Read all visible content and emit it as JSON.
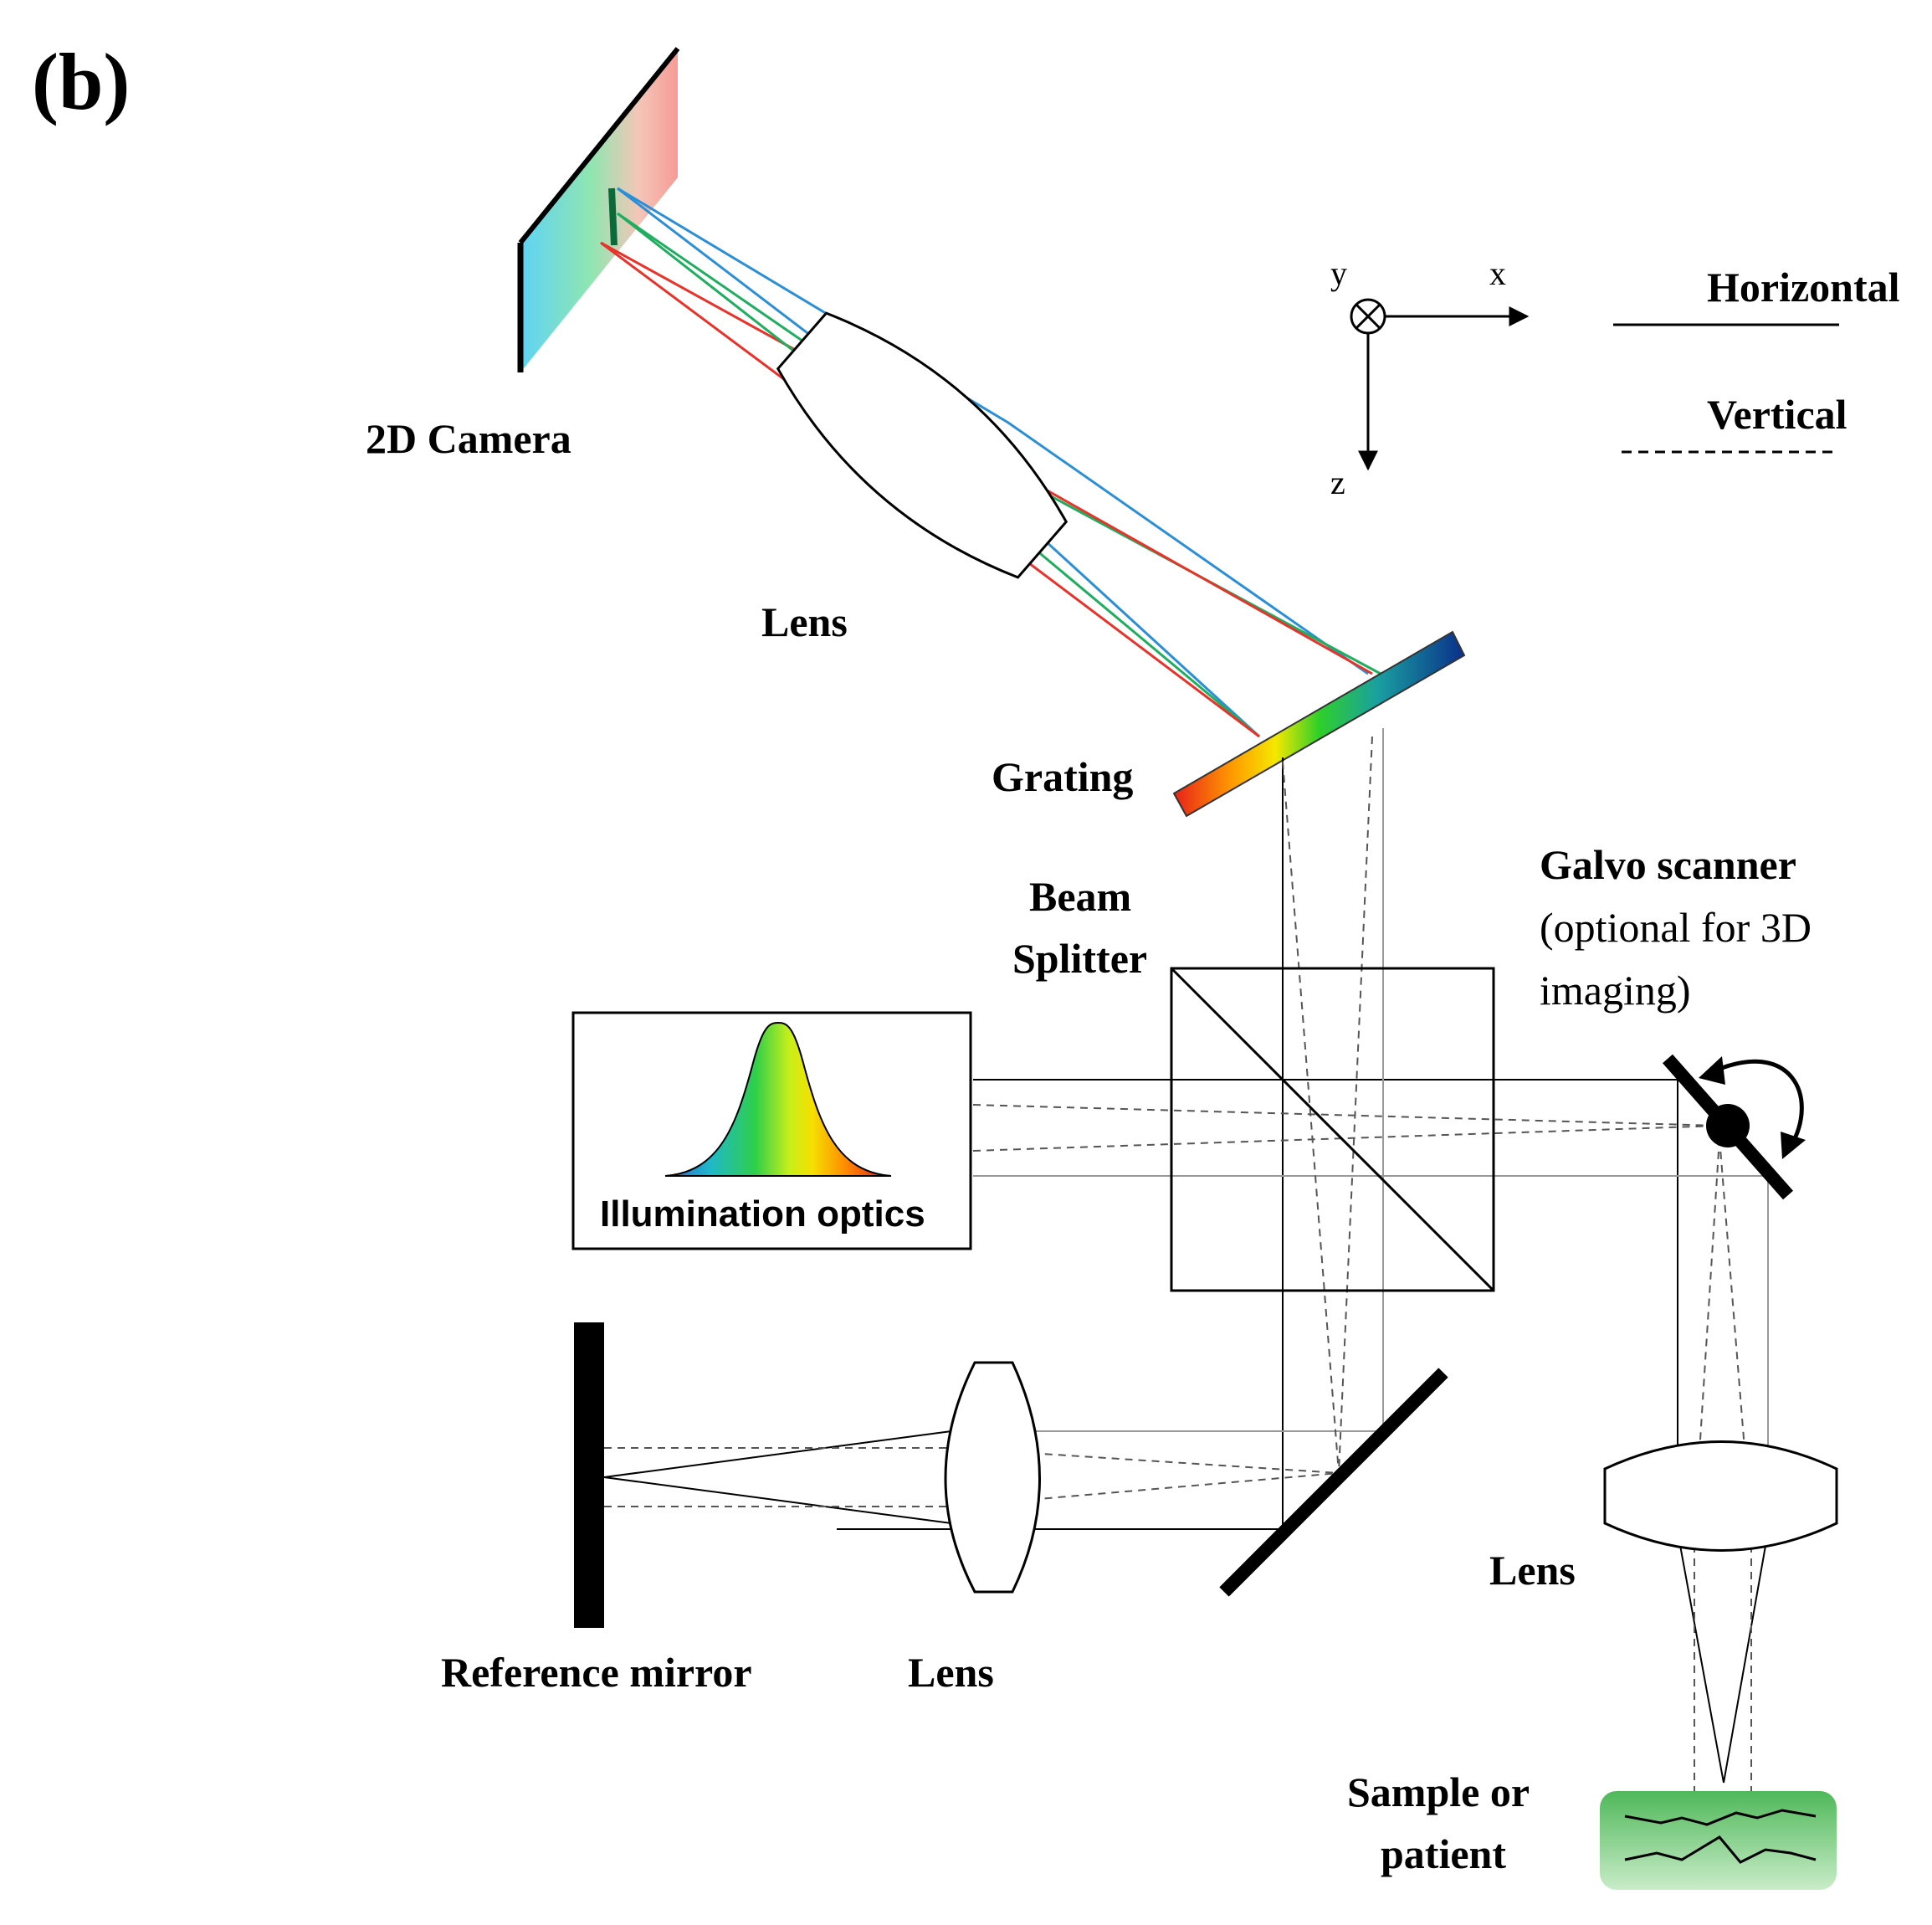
{
  "figure": {
    "panel_label": "(b)",
    "labels": {
      "camera": "2D Camera",
      "lens_top": "Lens",
      "grating": "Grating",
      "beam_splitter_1": "Beam",
      "beam_splitter_2": "Splitter",
      "galvo_1": "Galvo scanner",
      "galvo_2": "(optional for 3D",
      "galvo_3": "imaging)",
      "illumination": "Illumination optics",
      "reference_mirror": "Reference mirror",
      "lens_reference": "Lens",
      "lens_sample": "Lens",
      "sample_1": "Sample or",
      "sample_2": "patient"
    },
    "axes": {
      "y": "y",
      "x": "x",
      "z": "z"
    },
    "legend": [
      {
        "label": "Horizontal",
        "style": "solid"
      },
      {
        "label": "Vertical",
        "style": "dashed"
      }
    ],
    "colors": {
      "ray_red": "#e8322a",
      "ray_green": "#1fae5f",
      "ray_blue": "#2a8fd6",
      "sample_green": "#5fbf6a"
    }
  }
}
